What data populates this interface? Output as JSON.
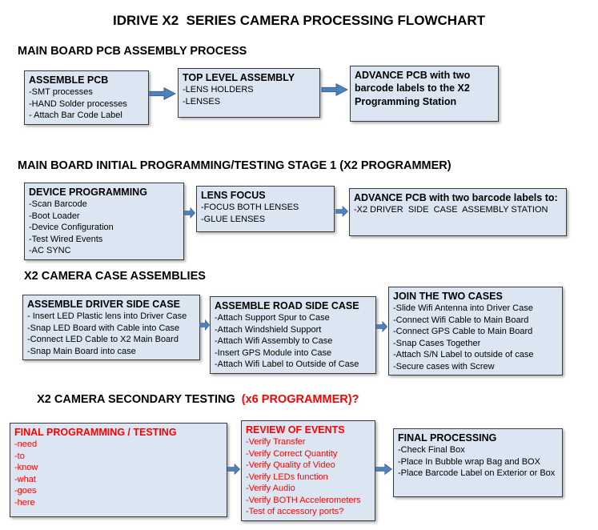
{
  "page": {
    "title": "IDRIVE X2  SERIES CAMERA PROCESSING FLOWCHART"
  },
  "colors": {
    "box_fill": "#dce6f2",
    "box_border": "#3b3b3b",
    "arrow_fill": "#4f81bd",
    "red_text": "#ff0000"
  },
  "sections": [
    {
      "heading": "MAIN BOARD PCB ASSEMBLY PROCESS",
      "boxes": [
        {
          "title": "ASSEMBLE PCB",
          "items": [
            "-SMT processes",
            "-HAND Solder processes",
            "- Attach Bar Code Label"
          ]
        },
        {
          "title": "TOP LEVEL ASSEMBLY",
          "items": [
            "-LENS HOLDERS",
            "-LENSES"
          ]
        },
        {
          "title": "ADVANCE PCB with two barcode labels to the  X2 Programming Station",
          "items": []
        }
      ]
    },
    {
      "heading": "MAIN BOARD INITIAL PROGRAMMING/TESTING STAGE 1 (X2 PROGRAMMER)",
      "boxes": [
        {
          "title": "DEVICE PROGRAMMING",
          "items": [
            "-Scan Barcode",
            "-Boot Loader",
            "-Device Configuration",
            "-Test Wired Events",
            "-AC SYNC"
          ]
        },
        {
          "title": "LENS FOCUS",
          "items": [
            "-FOCUS BOTH LENSES",
            "-GLUE LENSES"
          ]
        },
        {
          "title": "ADVANCE PCB with two barcode labels to:",
          "items": [
            "-X2 DRIVER  SIDE  CASE  ASSEMBLY STATION"
          ]
        }
      ]
    },
    {
      "heading": "X2 CAMERA CASE ASSEMBLIES",
      "boxes": [
        {
          "title": "ASSEMBLE DRIVER SIDE CASE",
          "items": [
            "- Insert LED Plastic lens into Driver Case",
            "-Snap LED Board with Cable into Case",
            "-Connect LED Cable to X2 Main Board",
            "-Snap Main Board into case"
          ]
        },
        {
          "title": "ASSEMBLE ROAD SIDE CASE",
          "items": [
            "-Attach Support Spur to Case",
            "-Attach Windshield Support",
            "-Attach Wifi Assembly to Case",
            "-Insert GPS Module into Case",
            "-Attach Wifi Label to Outside of Case"
          ]
        },
        {
          "title": "JOIN THE TWO CASES",
          "items": [
            "-Slide Wifi Antenna into Driver Case",
            "-Connect Wifi Cable to Main Board",
            "-Connect GPS Cable to Main Board",
            "-Snap Cases Together",
            "-Attach S/N Label to outside of case",
            "-Secure cases with Screw"
          ]
        }
      ]
    },
    {
      "heading": "X2 CAMERA SECONDARY TESTING ",
      "heading_suffix": " (x6 PROGRAMMER)?",
      "boxes": [
        {
          "title": "FINAL PROGRAMMING / TESTING",
          "items": [
            "-need",
            "-to",
            "-know",
            "-what",
            "-goes",
            "-here"
          ]
        },
        {
          "title": "REVIEW OF EVENTS",
          "items": [
            "-Verify Transfer",
            "-Verify Correct Quantity",
            "-Verify Quality of Video",
            "-Verify LEDs function",
            "-Verify Audio",
            "-Verify BOTH Accelerometers",
            "-Test of accessory ports?"
          ]
        },
        {
          "title": "FINAL PROCESSING",
          "items": [
            "-Check Final Box",
            "-Place In Bubble wrap Bag and BOX",
            "-Place Barcode Label on Exterior or Box"
          ]
        }
      ]
    }
  ]
}
